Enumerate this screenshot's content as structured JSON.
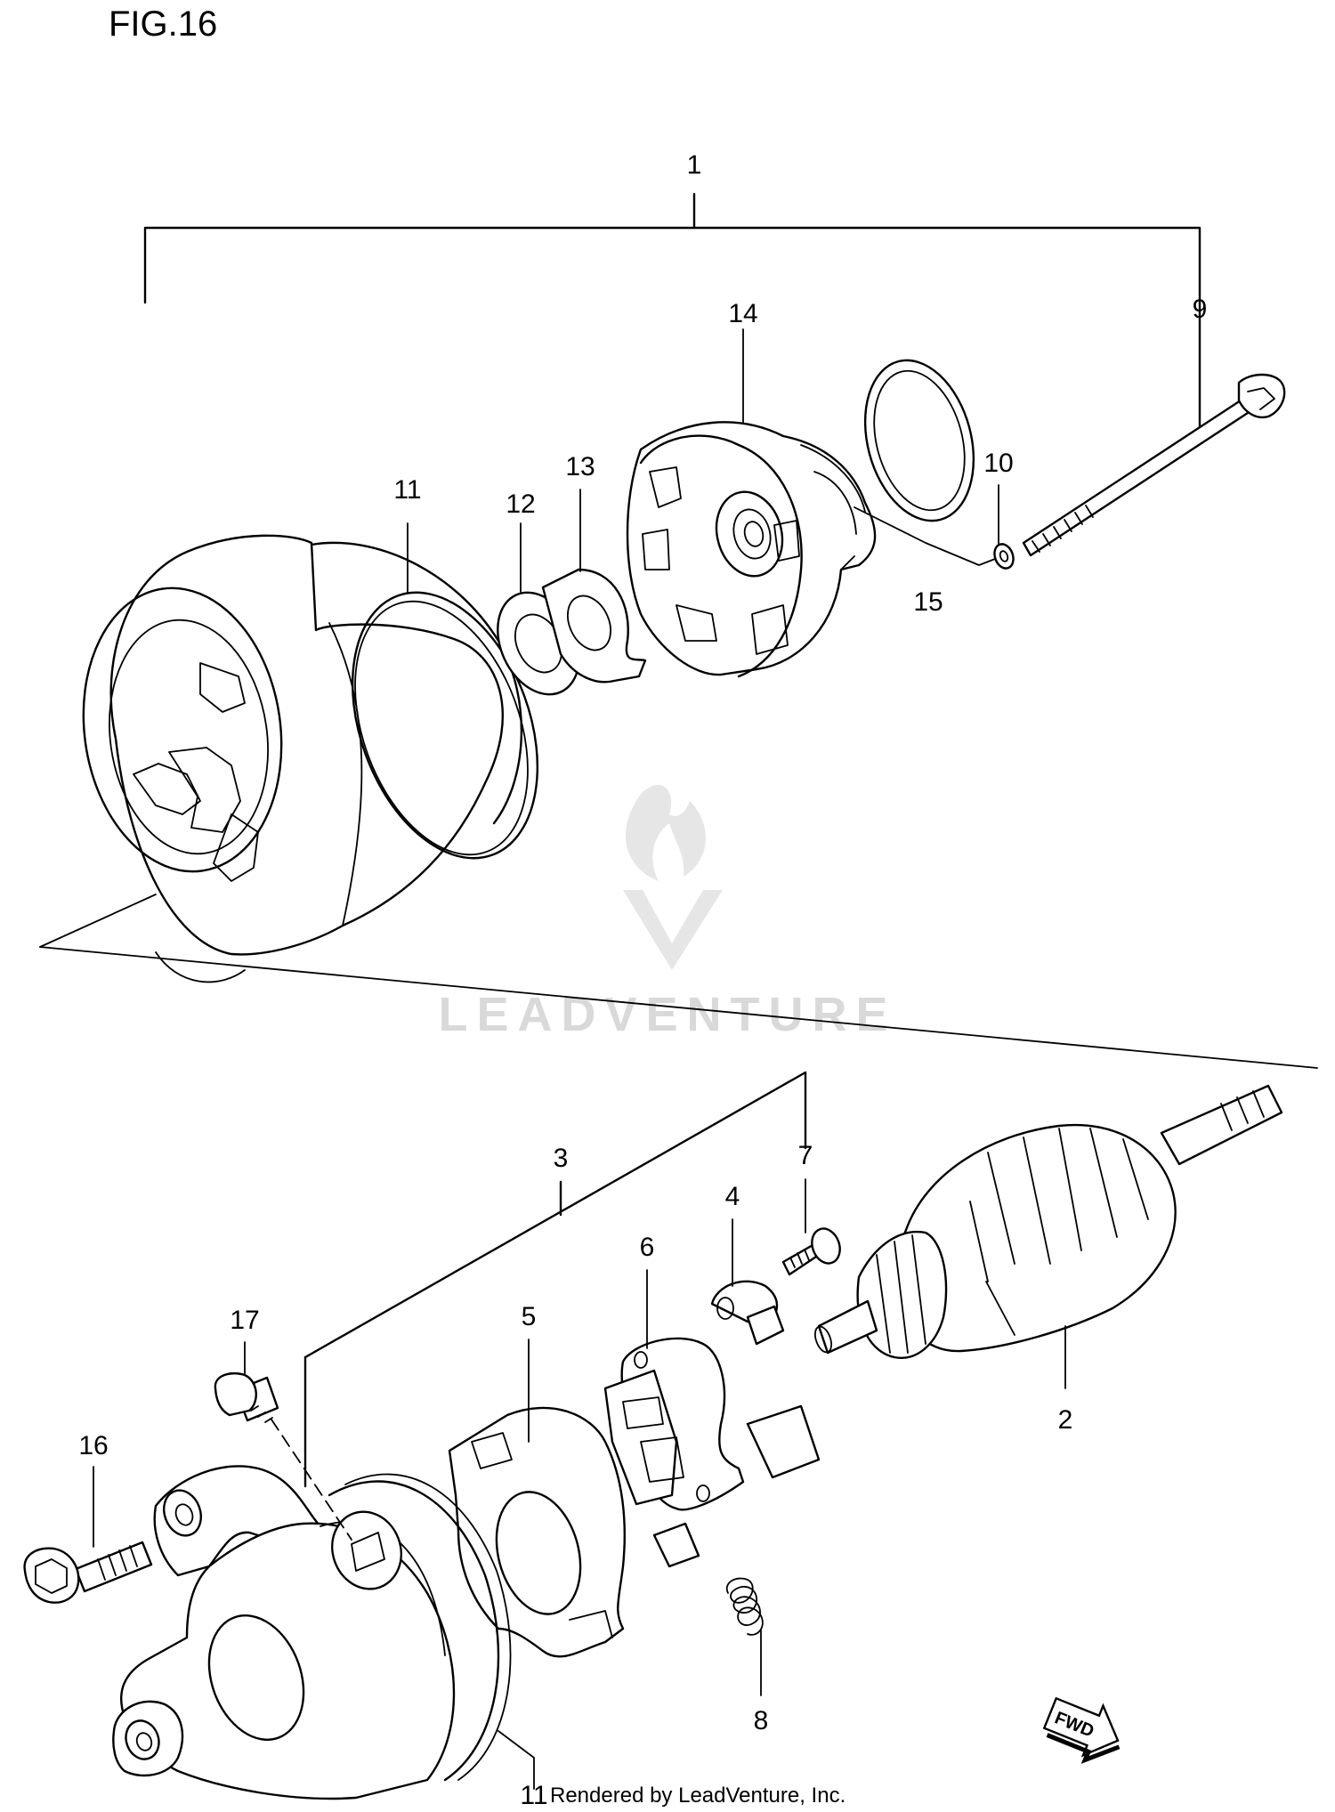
{
  "figure_title": "FIG.16",
  "callouts": {
    "c1": "1",
    "c2": "2",
    "c3": "3",
    "c4": "4",
    "c5": "5",
    "c6": "6",
    "c7": "7",
    "c8": "8",
    "c9": "9",
    "c10": "10",
    "c11": "11",
    "c11b": "11",
    "c12": "12",
    "c13": "13",
    "c14": "14",
    "c15": "15",
    "c16": "16",
    "c17": "17"
  },
  "fwd_badge": "FWD",
  "watermark": "LEADVENTURE",
  "footer": "Rendered by LeadVenture, Inc.",
  "colors": {
    "line": "#000000",
    "background": "#ffffff",
    "watermark": "#d9d9d9"
  }
}
